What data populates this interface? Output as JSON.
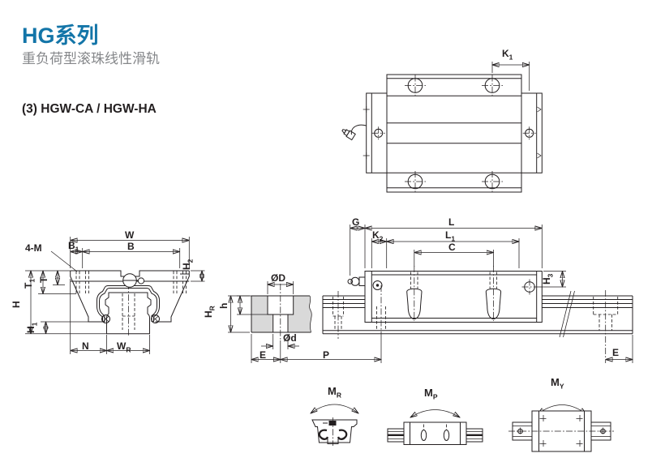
{
  "page": {
    "title": "HG系列",
    "subtitle": "重负荷型滚珠线性滑轨",
    "section_label": "(3) HGW-CA / HGW-HA"
  },
  "colors": {
    "accent_blue": "#1375a8",
    "subtitle_gray": "#85878a",
    "line_color": "#231f20",
    "rail_section_fill": "#d9d9d9"
  },
  "views": {
    "top_view": {
      "labels": {
        "K1": {
          "t": "K",
          "s": "1"
        }
      }
    },
    "front_view": {
      "labels": {
        "W": {
          "t": "W"
        },
        "B": {
          "t": "B"
        },
        "B1": {
          "t": "B",
          "s": "1"
        },
        "M4": {
          "t": "4-M"
        },
        "H2": {
          "t": "H",
          "s": "2"
        },
        "T": {
          "t": "T"
        },
        "T1": {
          "t": "T",
          "s": "1"
        },
        "H": {
          "t": "H"
        },
        "H1": {
          "t": "H",
          "s": "1"
        },
        "N": {
          "t": "N"
        },
        "WR": {
          "t": "W",
          "s": "R"
        }
      }
    },
    "rail_section": {
      "labels": {
        "OD": {
          "t": "ØD"
        },
        "Od": {
          "t": "Ød"
        },
        "h": {
          "t": "h"
        },
        "HR": {
          "t": "H",
          "s": "R"
        },
        "E": {
          "t": "E"
        },
        "P": {
          "t": "P"
        }
      }
    },
    "side_view": {
      "labels": {
        "G": {
          "t": "G"
        },
        "L": {
          "t": "L"
        },
        "L1": {
          "t": "L",
          "s": "1"
        },
        "K2": {
          "t": "K",
          "s": "2"
        },
        "C": {
          "t": "C"
        },
        "H3": {
          "t": "H",
          "s": "3"
        },
        "E": {
          "t": "E"
        }
      }
    },
    "moments": {
      "labels": {
        "MR": {
          "t": "M",
          "s": "R"
        },
        "MP": {
          "t": "M",
          "s": "P"
        },
        "MY": {
          "t": "M",
          "s": "Y"
        }
      }
    }
  }
}
